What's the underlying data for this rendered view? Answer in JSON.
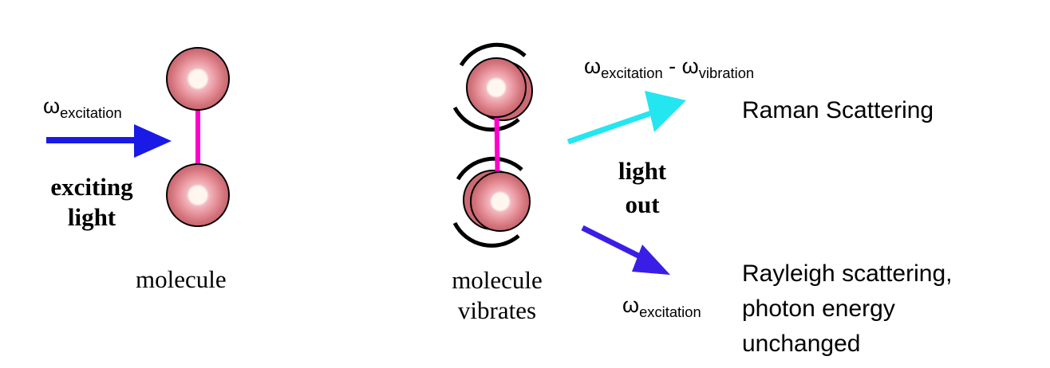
{
  "colors": {
    "incoming_arrow": "#1a1ae6",
    "raman_arrow": "#24e6f0",
    "rayleigh_arrow": "#3a1ee6",
    "bond": "#ff00cc",
    "atom_outer": "#c9646e",
    "atom_mid": "#e8949c",
    "atom_core": "#fff7ef"
  },
  "left": {
    "omega": "ω",
    "omega_sub": "excitation",
    "exciting_label": [
      "exciting",
      "light"
    ],
    "molecule_label": "molecule"
  },
  "middle": {
    "vibrates_label": [
      "molecule",
      "vibrates"
    ],
    "light_out_label": [
      "light",
      "out"
    ]
  },
  "raman": {
    "omega": "ω",
    "omega_sub": "excitation",
    "minus": " - ",
    "omega2": "ω",
    "omega2_sub": "vibration",
    "label": "Raman Scattering"
  },
  "rayleigh": {
    "omega": "ω",
    "omega_sub": "excitation",
    "label": [
      "Rayleigh scattering,",
      "photon energy",
      "unchanged"
    ]
  },
  "icons": [
    "incoming-arrow-icon",
    "molecule-icon",
    "vibrating-molecule-icon",
    "raman-arrow-icon",
    "rayleigh-arrow-icon"
  ]
}
